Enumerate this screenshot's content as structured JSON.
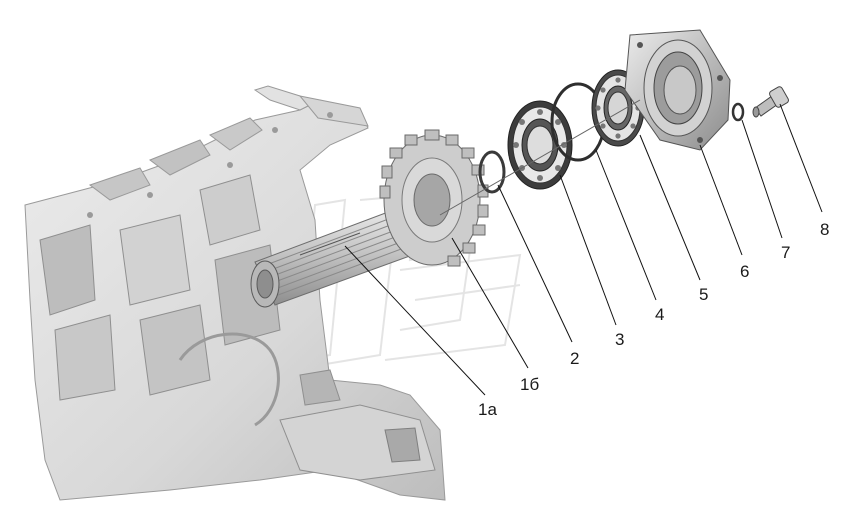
{
  "callouts": [
    {
      "id": "1a",
      "label": "1а"
    },
    {
      "id": "1b",
      "label": "1б"
    },
    {
      "id": "2",
      "label": "2"
    },
    {
      "id": "3",
      "label": "3"
    },
    {
      "id": "4",
      "label": "4"
    },
    {
      "id": "5",
      "label": "5"
    },
    {
      "id": "6",
      "label": "6"
    },
    {
      "id": "7",
      "label": "7"
    },
    {
      "id": "8",
      "label": "8"
    }
  ],
  "colors": {
    "housing_light": "#e6e6e6",
    "housing_mid": "#cfcfcf",
    "housing_dark": "#a8a8a8",
    "metal_dark": "#6e6e6e",
    "ink": "#111111"
  }
}
